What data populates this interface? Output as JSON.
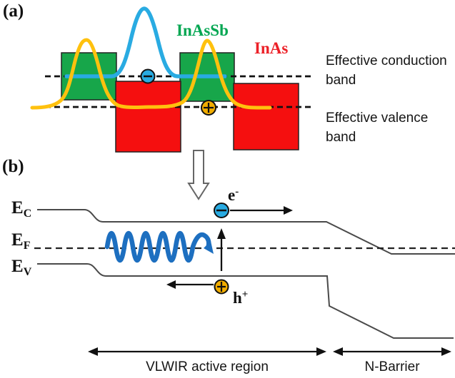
{
  "colors": {
    "barrier_green": "#17A64A",
    "well_red": "#F50F0F",
    "wavefunction_blue": "#29ABE2",
    "wavefunction_yellow": "#FFC10E",
    "electron_fill": "#29ABE2",
    "hole_fill": "#F0AC00",
    "photon_blue": "#1D6FC0",
    "text_green": "#00A651",
    "text_red": "#EC2027",
    "band_line": "#4A4A4A",
    "black": "#111111",
    "hollow_arrow_outline": "#666666",
    "white": "#FFFFFF"
  },
  "panel_a": {
    "label": "(a)",
    "materials": {
      "inassb": "InAsSb",
      "inas": "InAs"
    },
    "annotations": {
      "conduction": "Effective conduction band",
      "valence": "Effective valence band"
    }
  },
  "panel_b": {
    "label": "(b)",
    "levels": [
      {
        "base": "E",
        "sub": "C"
      },
      {
        "base": "E",
        "sub": "F"
      },
      {
        "base": "E",
        "sub": "V"
      }
    ],
    "carriers": {
      "electron_base": "e",
      "electron_sup": "-",
      "hole_base": "h",
      "hole_sup": "+"
    },
    "regions": {
      "active": "VLWIR active region",
      "barrier": "N-Barrier"
    }
  }
}
